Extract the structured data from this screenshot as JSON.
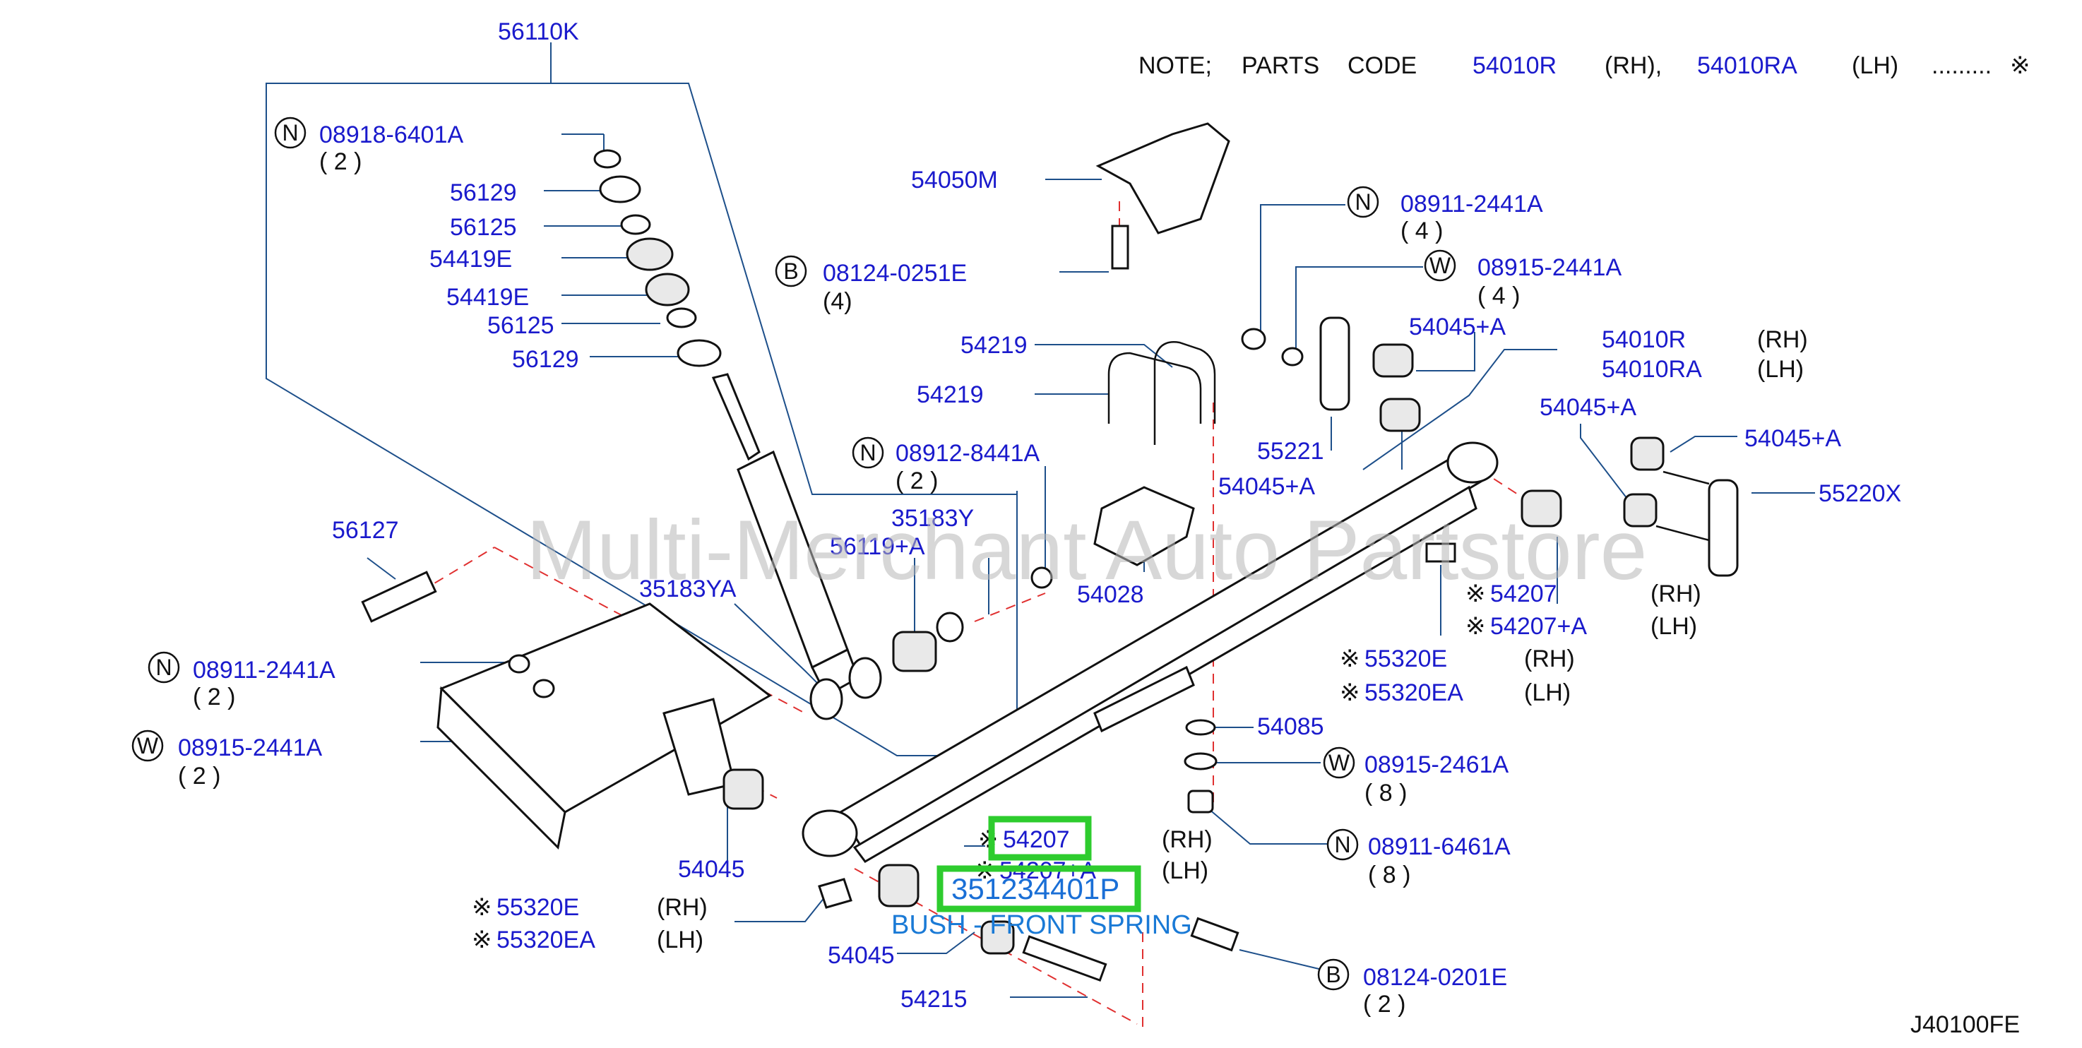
{
  "note": {
    "prefix": "NOTE;",
    "parts_word": "PARTS",
    "code_word": "CODE",
    "code_rh": "54010R",
    "rh_label": "(RH),",
    "code_lh": "54010RA",
    "lh_label": "(LH)",
    "dots": ".........",
    "mark": "※"
  },
  "watermark": "Multi-Merchant Auto Partstore",
  "diagram_code": "J40100FE",
  "highlight": {
    "box1": "54207",
    "box2": "351234401P",
    "bush_caption": "BUSH - FRONT SPRING"
  },
  "labels": {
    "l_56110K": "56110K",
    "l_08918_num": "08918-6401A",
    "l_08918_qty": "( 2 )",
    "l_56129a": "56129",
    "l_56125a": "56125",
    "l_54419Ea": "54419E",
    "l_54419Eb": "54419E",
    "l_56125b": "56125",
    "l_56129b": "56129",
    "l_54050M": "54050M",
    "l_08124_0251E": "08124-0251E",
    "l_08124_0251E_qty": "(4)",
    "l_08911_2441A_top": "08911-2441A",
    "l_08911_top_qty": "( 4 )",
    "l_08915_2441A_top": "08915-2441A",
    "l_08915_top_qty": "( 4 )",
    "l_54045A_1": "54045+A",
    "l_54010R": "54010R",
    "l_54010R_rh": "(RH)",
    "l_54010RA": "54010RA",
    "l_54010RA_lh": "(LH)",
    "l_54045A_2": "54045+A",
    "l_54045A_3": "54045+A",
    "l_55220X": "55220X",
    "l_54219a": "54219",
    "l_54219b": "54219",
    "l_55221": "55221",
    "l_54045A_4": "54045+A",
    "l_08912": "08912-8441A",
    "l_08912_qty": "( 2 )",
    "l_35183Y": "35183Y",
    "l_56119A": "56119+A",
    "l_35183YA": "35183YA",
    "l_56127": "56127",
    "l_54028": "54028",
    "l_54207_r_mark": "※",
    "l_54207_r": "54207",
    "l_54207_r_rh": "(RH)",
    "l_54207A_r_mark": "※",
    "l_54207A_r": "54207+A",
    "l_54207A_r_lh": "(LH)",
    "l_55320E_r_mark": "※",
    "l_55320E_r": "55320E",
    "l_55320E_r_rh": "(RH)",
    "l_55320EA_r_mark": "※",
    "l_55320EA_r": "55320EA",
    "l_55320EA_r_lh": "(LH)",
    "l_54085": "54085",
    "l_08915_2461A": "08915-2461A",
    "l_08915_2461A_qty": "( 8 )",
    "l_08911_6461A": "08911-6461A",
    "l_08911_6461A_qty": "( 8 )",
    "l_08911_left": "08911-2441A",
    "l_08911_left_qty": "( 2 )",
    "l_08915_left": "08915-2441A",
    "l_08915_left_qty": "( 2 )",
    "l_54045_l1": "54045",
    "l_54207_c_mark": "※",
    "l_54207_c_rh": "(RH)",
    "l_54207A_c_mark": "※",
    "l_54207A_c": "54207+A",
    "l_54207A_c_lh": "(LH)",
    "l_55320E_l_mark": "※",
    "l_55320E_l": "55320E",
    "l_55320E_l_rh": "(RH)",
    "l_55320EA_l_mark": "※",
    "l_55320EA_l": "55320EA",
    "l_55320EA_l_lh": "(LH)",
    "l_54045_l2": "54045",
    "l_54215": "54215",
    "l_08124_0201E": "08124-0201E",
    "l_08124_0201E_qty": "( 2 )"
  },
  "circle_letters": {
    "n1": "N",
    "n2": "N",
    "n3": "N",
    "n4": "N",
    "n5": "N",
    "w1": "W",
    "w2": "W",
    "w3": "W",
    "b1": "B",
    "b2": "B"
  }
}
